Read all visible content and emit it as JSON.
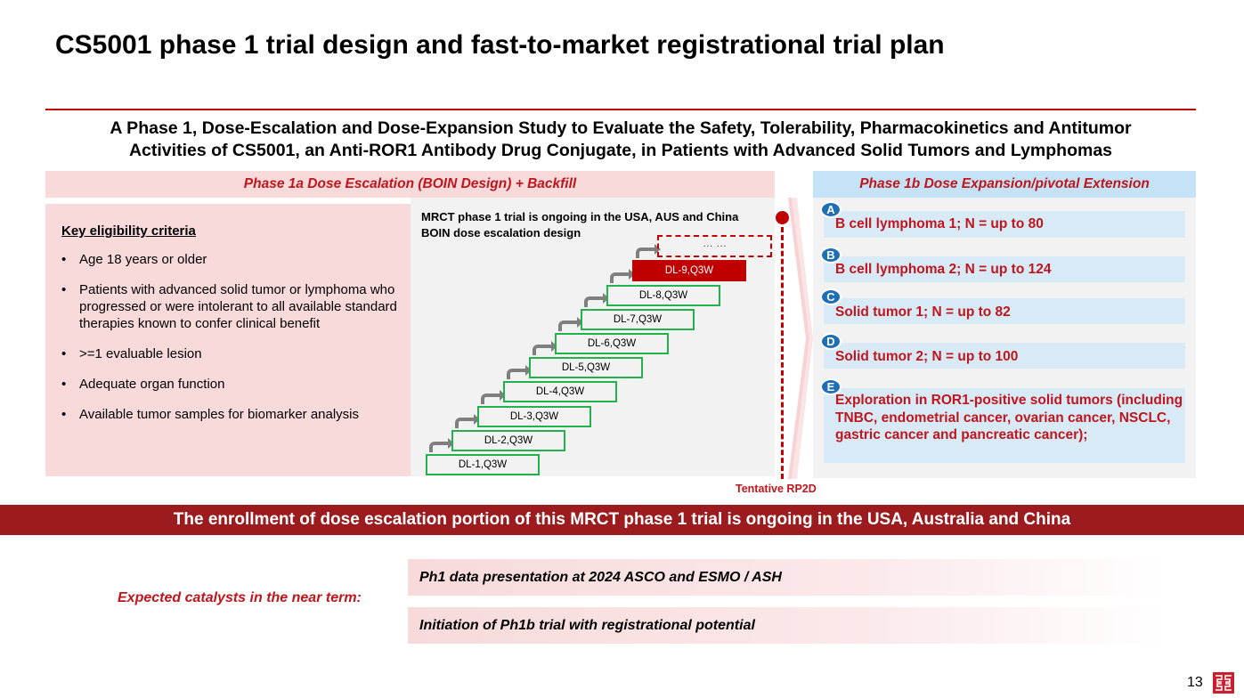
{
  "title": "CS5001 phase 1 trial design and fast-to-market registrational trial plan",
  "subtitle": [
    "A Phase 1, Dose-Escalation and Dose-Expansion Study to Evaluate the Safety, Tolerability, Pharmacokinetics and Antitumor",
    "Activities of CS5001, an Anti-ROR1 Antibody Drug Conjugate, in Patients with Advanced Solid Tumors and Lymphomas"
  ],
  "phase1a": {
    "header": "Phase 1a Dose Escalation (BOIN Design) + Backfill",
    "eligibility": {
      "heading": "Key eligibility criteria",
      "items": [
        "Age 18 years or older",
        "Patients with advanced solid tumor or lymphoma who progressed or were intolerant to all available standard therapies known to confer clinical benefit",
        ">=1 evaluable lesion",
        "Adequate organ function",
        "Available tumor samples for biomarker analysis"
      ]
    },
    "boin": {
      "line1": "MRCT phase 1 trial is ongoing in the USA, AUS and China",
      "line2": "BOIN dose escalation design"
    },
    "dose_levels": [
      "DL-1,Q3W",
      "DL-2,Q3W",
      "DL-3,Q3W",
      "DL-4,Q3W",
      "DL-5,Q3W",
      "DL-6,Q3W",
      "DL-7,Q3W",
      "DL-8,Q3W",
      "DL-9,Q3W"
    ],
    "current_level": "DL-9,Q3W",
    "next_placeholder": "… …",
    "rp2d_label": "Tentative RP2D"
  },
  "phase1b": {
    "header": "Phase 1b Dose Expansion/pivotal Extension",
    "cohorts": [
      {
        "letter": "A",
        "text": "B cell lymphoma 1; N = up to 80"
      },
      {
        "letter": "B",
        "text": "B cell lymphoma 2; N = up to 124"
      },
      {
        "letter": "C",
        "text": "Solid tumor 1; N = up to 82"
      },
      {
        "letter": "D",
        "text": "Solid tumor 2; N = up to 100"
      },
      {
        "letter": "E",
        "text": "Exploration in ROR1-positive solid tumors (including TNBC, endometrial cancer, ovarian cancer, NSCLC, gastric cancer and pancreatic cancer);"
      }
    ]
  },
  "banner": "The enrollment of dose escalation portion of this MRCT phase 1 trial is ongoing in the USA, Australia and China",
  "catalysts": {
    "label": "Expected catalysts in the near term:",
    "items": [
      "Ph1 data presentation at 2024 ASCO and ESMO / ASH",
      "Initiation of Ph1b trial with registrational potential"
    ]
  },
  "page_number": "13",
  "colors": {
    "accent": "#c00000",
    "banner": "#9b1b1e",
    "pink": "#f8dadb",
    "blue_header": "#c5e3f7",
    "step_border": "#22b14c",
    "circle": "#1f6fb5"
  }
}
